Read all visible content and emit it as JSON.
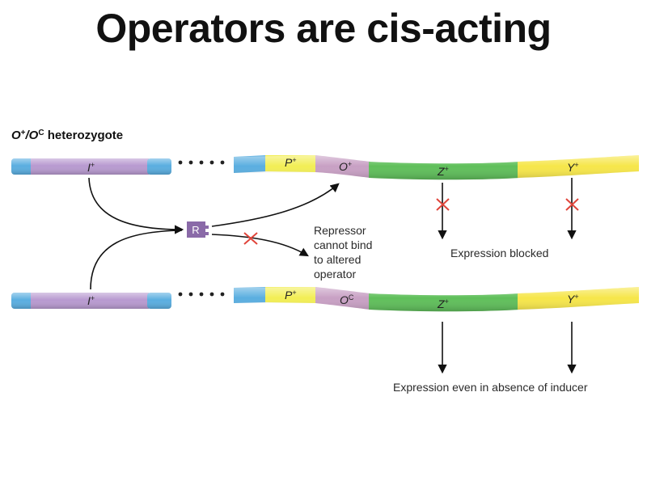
{
  "title": "Operators are cis-acting",
  "heading": {
    "prefix": "O",
    "sup1": "+",
    "slash": "/O",
    "sup2": "C",
    "suffix": " heterozygote"
  },
  "genes": {
    "i": {
      "letter": "I",
      "sup": "+"
    },
    "p": {
      "letter": "P",
      "sup": "+"
    },
    "o_plus": {
      "letter": "O",
      "sup": "+"
    },
    "o_c": {
      "letter": "O",
      "sup": "C"
    },
    "z": {
      "letter": "Z",
      "sup": "+"
    },
    "y": {
      "letter": "Y",
      "sup": "+"
    }
  },
  "repressor_label": "R",
  "repressor_note": [
    "Repressor",
    "cannot bind",
    "to altered",
    "operator"
  ],
  "expression_blocked": "Expression blocked",
  "expression_constitutive": "Expression even in absence of inducer",
  "colors": {
    "dna_blue": "#5aaee0",
    "repressor_gene_purple": "#b89ad0",
    "promoter_yellow": "#f2ee55",
    "operator_pink": "#c8a0c4",
    "z_green": "#5fbf5a",
    "y_yellow": "#f6e64a",
    "repressor_box": "#8a6aa8",
    "block_x": "#e0443a"
  }
}
